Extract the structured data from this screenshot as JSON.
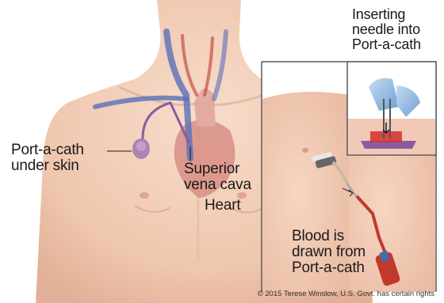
{
  "labels": {
    "port_a_cath": "Port-a-cath\nunder skin",
    "superior_vena_cava": "Superior\nvena cava",
    "heart": "Heart",
    "inserting_needle": "Inserting\nneedle into\nPort-a-cath",
    "blood_drawn": "Blood is\ndrawn from\nPort-a-cath"
  },
  "copyright": "© 2015 Terese Winslow, U.S. Govt. has certain rights",
  "colors": {
    "skin": "#f3d1bd",
    "skin_shadow": "#e4b59d",
    "vein_blue": "#5a6fb8",
    "artery_red": "#c0392b",
    "port_purple": "#8a5c9e",
    "glove_blue": "#8fb8e0",
    "inset_border": "#333333"
  }
}
